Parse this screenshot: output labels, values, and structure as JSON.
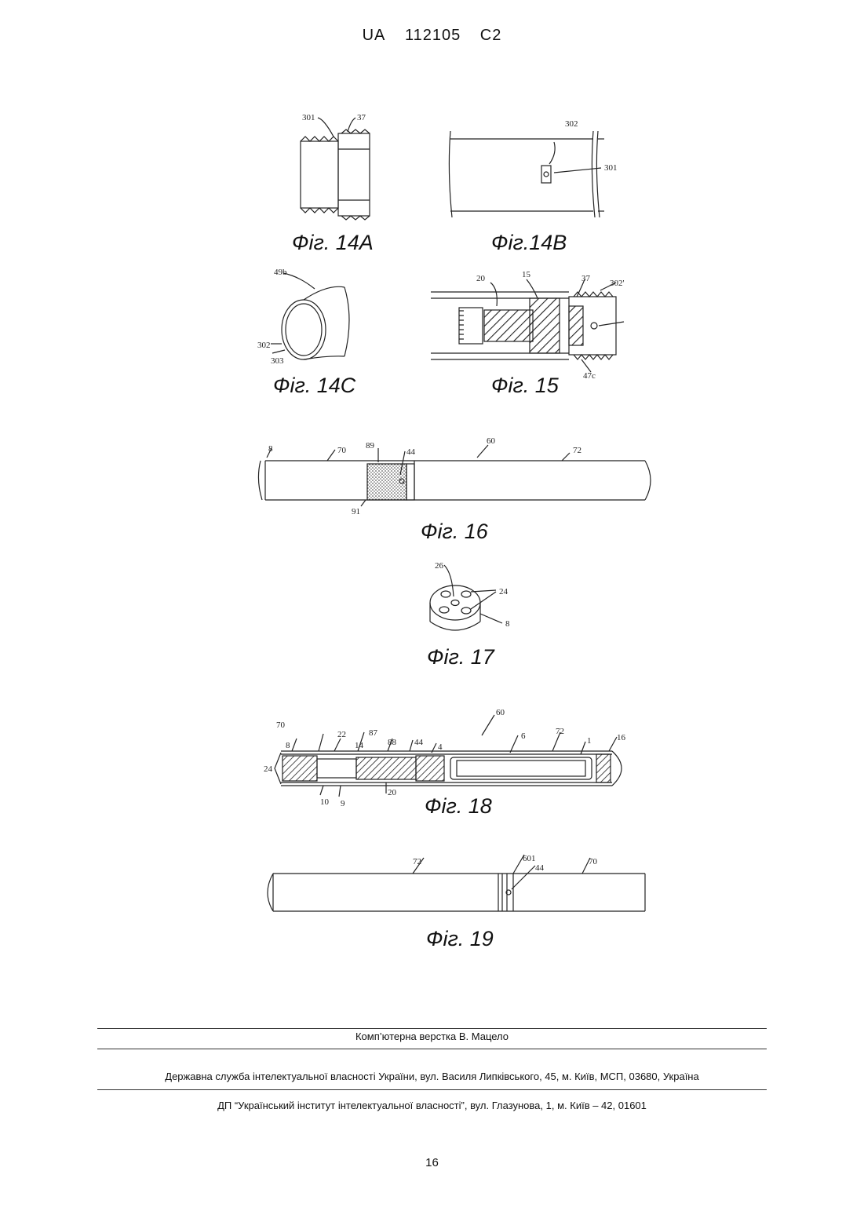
{
  "header": {
    "country": "UA",
    "number": "112105",
    "kind": "C2"
  },
  "figures": {
    "f14a": {
      "caption": "Фіг. 14А",
      "labels": [
        "301",
        "37"
      ]
    },
    "f14b": {
      "caption": "Фіг.14В",
      "labels": [
        "302",
        "301"
      ]
    },
    "f14c": {
      "caption": "Фіг. 14С",
      "labels": [
        "49b",
        "302",
        "303"
      ]
    },
    "f15": {
      "caption": "Фіг. 15",
      "labels": [
        "20",
        "15",
        "37",
        "302'",
        "47c"
      ]
    },
    "f16": {
      "caption": "Фіг. 16",
      "labels": [
        "8",
        "70",
        "89",
        "44",
        "60",
        "72",
        "91"
      ]
    },
    "f17": {
      "caption": "Фіг. 17",
      "labels": [
        "26",
        "24",
        "8"
      ]
    },
    "f18": {
      "caption": "Фіг. 18",
      "labels": [
        "70",
        "8",
        "24",
        "22",
        "14",
        "87",
        "88",
        "44",
        "4",
        "60",
        "6",
        "72",
        "1",
        "16",
        "10",
        "9",
        "20"
      ]
    },
    "f19": {
      "caption": "Фіг. 19",
      "labels": [
        "72",
        "601",
        "44",
        "70"
      ]
    }
  },
  "footer": {
    "line1": "Комп’ютерна верстка В. Мацело",
    "line2": "Державна служба інтелектуальної власності України, вул. Василя Липківського, 45, м. Київ, МСП, 03680, Україна",
    "line3": "ДП “Український інститут інтелектуальної власності”, вул. Глазунова, 1, м. Київ – 42, 01601"
  },
  "page_number": "16"
}
